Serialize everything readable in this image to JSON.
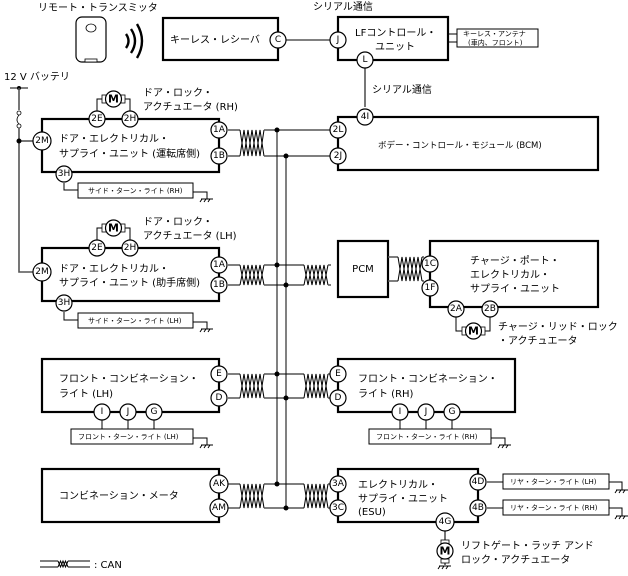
{
  "title": "Keyless / CAN wiring diagram",
  "labels": {
    "remote_transmitter": "リモート・トランスミッタ",
    "keyless_receiver": "キーレス・レシーバ",
    "serial_comm_top": "シリアル通信",
    "lf_control_unit_1": "LFコントロール・",
    "lf_control_unit_2": "ユニット",
    "keyless_antenna_1": "キーレス・アンテナ",
    "keyless_antenna_2": "(車内、フロント)",
    "serial_comm_mid": "シリアル通信",
    "battery": "12 V バッテリ",
    "door_lock_rh_1": "ドア・ロック・",
    "door_lock_rh_2": "アクチュエータ (RH)",
    "deu_rh_1": "ドア・エレクトリカル・",
    "deu_rh_2": "サプライ・ユニット (運転席側)",
    "side_turn_rh": "サイド・ターン・ライト (RH)",
    "bcm": "ボデー・コントロール・モジュール (BCM)",
    "door_lock_lh_1": "ドア・ロック・",
    "door_lock_lh_2": "アクチュエータ (LH)",
    "deu_lh_1": "ドア・エレクトリカル・",
    "deu_lh_2": "サプライ・ユニット (助手席側)",
    "side_turn_lh": "サイド・ターン・ライト (LH)",
    "pcm": "PCM",
    "charge_port_1": "チャージ・ポート・",
    "charge_port_2": "エレクトリカル・",
    "charge_port_3": "サプライ・ユニット",
    "charge_lid_1": "チャージ・リッド・ロック",
    "charge_lid_2": "・アクチュエータ",
    "fcl_lh_1": "フロント・コンビネーション・",
    "fcl_lh_2": "ライト (LH)",
    "front_turn_lh": "フロント・ターン・ライト (LH)",
    "fcl_rh_1": "フロント・コンビネーション・",
    "fcl_rh_2": "ライト (RH)",
    "front_turn_rh": "フロント・ターン・ライト (RH)",
    "combination_meter": "コンビネーション・メータ",
    "esu_1": "エレクトリカル・",
    "esu_2": "サプライ・ユニット",
    "esu_3": "(ESU)",
    "rear_turn_lh": "リヤ・ターン・ライト (LH)",
    "rear_turn_rh": "リヤ・ターン・ライト (RH)",
    "liftgate_1": "リフトゲート・ラッチ アンド",
    "liftgate_2": "ロック・アクチュエータ",
    "legend_can": ": CAN",
    "motor": "M"
  },
  "connectors": {
    "receiver_c": "C",
    "lf_j": "J",
    "lf_l": "L",
    "bcm_4i": "4I",
    "bcm_2l": "2L",
    "bcm_2j": "2J",
    "deu_rh_2e": "2E",
    "deu_rh_2h": "2H",
    "deu_rh_2m": "2M",
    "deu_rh_1a": "1A",
    "deu_rh_1b": "1B",
    "deu_rh_3h": "3H",
    "deu_lh_2e": "2E",
    "deu_lh_2h": "2H",
    "deu_lh_2m": "2M",
    "deu_lh_1a": "1A",
    "deu_lh_1b": "1B",
    "deu_lh_3h": "3H",
    "cp_1c": "1C",
    "cp_1f": "1F",
    "cp_2a": "2A",
    "cp_2b": "2B",
    "fcl_lh_e": "E",
    "fcl_lh_d": "D",
    "fcl_lh_i": "I",
    "fcl_lh_j": "J",
    "fcl_lh_g": "G",
    "fcl_rh_e": "E",
    "fcl_rh_d": "D",
    "fcl_rh_i": "I",
    "fcl_rh_j": "J",
    "fcl_rh_g": "G",
    "meter_ak": "AK",
    "meter_am": "AM",
    "esu_3a": "3A",
    "esu_3c": "3C",
    "esu_4d": "4D",
    "esu_4b": "4B",
    "esu_4g": "4G"
  }
}
